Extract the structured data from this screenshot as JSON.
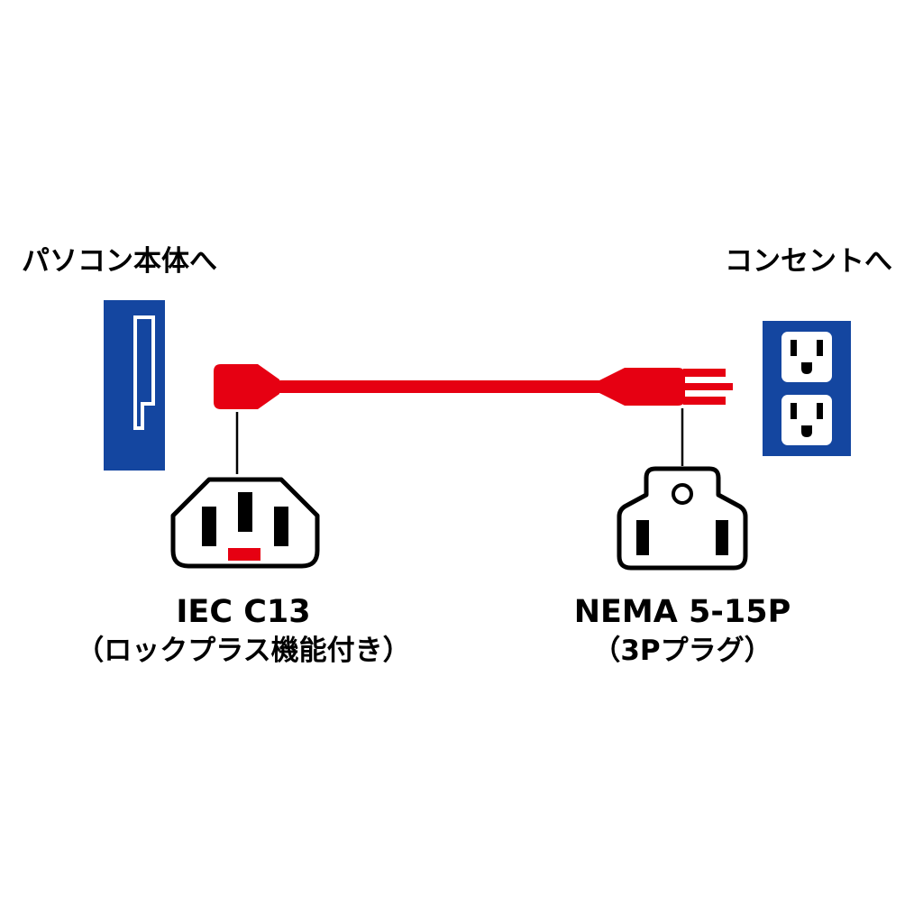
{
  "diagram": {
    "title_left": "パソコン本体へ",
    "title_right": "コンセントへ",
    "connector_left": {
      "name": "IEC C13",
      "note": "（ロックプラス機能付き）"
    },
    "connector_right": {
      "name": "NEMA 5-15P",
      "note": "（3Pプラグ）"
    },
    "colors": {
      "blue": "#1446a0",
      "red": "#e60012",
      "outline": "#000000",
      "white": "#ffffff"
    }
  }
}
